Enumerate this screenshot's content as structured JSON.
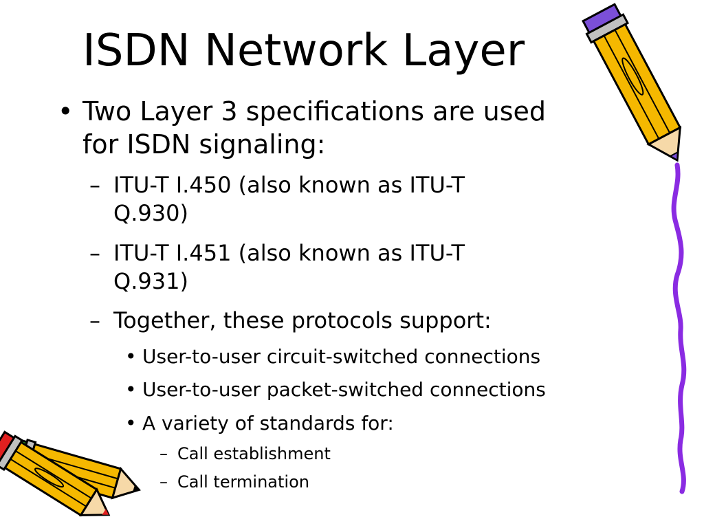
{
  "slide": {
    "title": "ISDN Network Layer",
    "bullets": {
      "b1": {
        "marker": "•",
        "line1": "Two Layer 3 specifications are used",
        "line2": "for ISDN signaling:"
      },
      "s1": {
        "marker": "–",
        "line1": "ITU-T I.450 (also known as ITU-T",
        "line2": "Q.930)"
      },
      "s2": {
        "marker": "–",
        "line1": "ITU-T I.451 (also known as ITU-T",
        "line2": "Q.931)"
      },
      "s3": {
        "marker": "–",
        "line1": "Together, these protocols support:"
      },
      "t1": {
        "marker": "•",
        "text": "User-to-user circuit-switched connections"
      },
      "t2": {
        "marker": "•",
        "text": "User-to-user packet-switched connections"
      },
      "t3": {
        "marker": "•",
        "text": "A variety of standards for:"
      },
      "u1": {
        "marker": "–",
        "text": "Call establishment"
      },
      "u2": {
        "marker": "–",
        "text": "Call termination"
      }
    }
  },
  "decor": {
    "pencil_icons": [
      "pencil-icon-top-right",
      "pencil-icon-bottom-left-1",
      "pencil-icon-bottom-left-2"
    ],
    "colors": {
      "pencil_body": "#f5b800",
      "pencil_outline": "#000000",
      "eraser_purple": "#7b4fd8",
      "eraser_red": "#e02020",
      "eraser_green": "#28a028",
      "squiggle": "#8a2be2"
    }
  }
}
